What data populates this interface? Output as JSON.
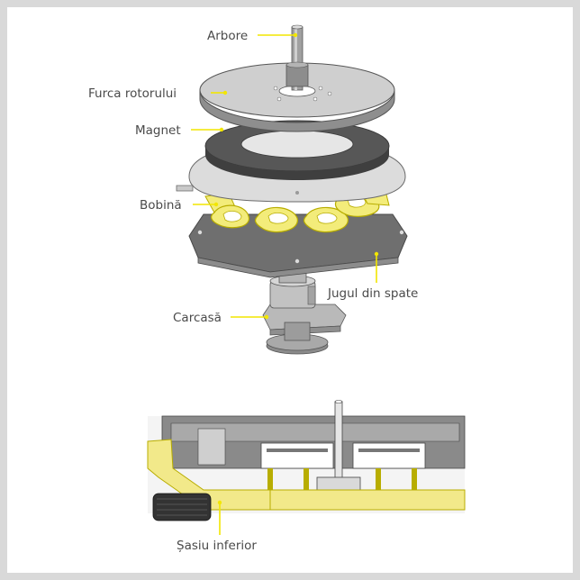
{
  "labels": {
    "shaft": "Arbore",
    "rotor_fork": "Furca rotorului",
    "magnet": "Magnet",
    "coil": "Bobină",
    "back_yoke": "Jugul din spate",
    "housing": "Carcasă",
    "lower_chassis": "Șasiu inferior"
  },
  "colors": {
    "background": "#d9d9d9",
    "frame": "#ffffff",
    "accent": "#f2e600",
    "coil_fill": "#f3ec7a",
    "metal_light": "#cfcfcf",
    "metal_mid": "#b0b0b0",
    "metal_dark": "#7c7c7c",
    "label_text": "#4a4a4a"
  }
}
